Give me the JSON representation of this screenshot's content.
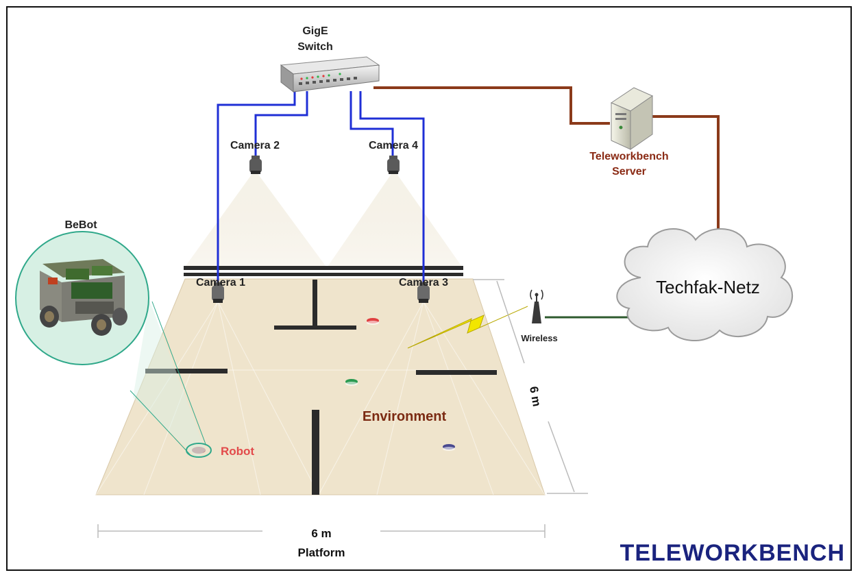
{
  "labels": {
    "switch_line1": "GigE",
    "switch_line2": "Switch",
    "camera1": "Camera 1",
    "camera2": "Camera 2",
    "camera3": "Camera 3",
    "camera4": "Camera 4",
    "server_line1": "Teleworkbench",
    "server_line2": "Server",
    "network": "Techfak-Netz",
    "wireless": "Wireless",
    "environment": "Environment",
    "robot": "Robot",
    "bebot": "BeBot",
    "depth_dim": "6 m",
    "width_dim": "6 m",
    "platform": "Platform",
    "brand": "TELEWORKBENCH"
  },
  "colors": {
    "camera_cable": "#1f2fd6",
    "server_cable": "#8b3a1a",
    "wireless_cable": "#2e5a2e",
    "platform_fill": "#efe4cc",
    "wall": "#2b2b2b",
    "brand": "#1a237e",
    "robot_label": "#e24a4a",
    "environment_label": "#7b2a12",
    "lightning": "#f2e600",
    "zoom_fill": "#d7f0e4",
    "zoom_stroke": "#2fa88a"
  },
  "icons": [
    "network-switch-icon",
    "camera-icon",
    "server-tower-icon",
    "cloud-icon",
    "antenna-icon",
    "lightning-icon",
    "robot-icon"
  ],
  "robots": [
    {
      "name": "robot-red",
      "color": "#e04040"
    },
    {
      "name": "robot-green",
      "color": "#2a9a50"
    },
    {
      "name": "robot-blue",
      "color": "#4a4a90"
    },
    {
      "name": "robot-pink",
      "color": "#c08a90"
    }
  ]
}
